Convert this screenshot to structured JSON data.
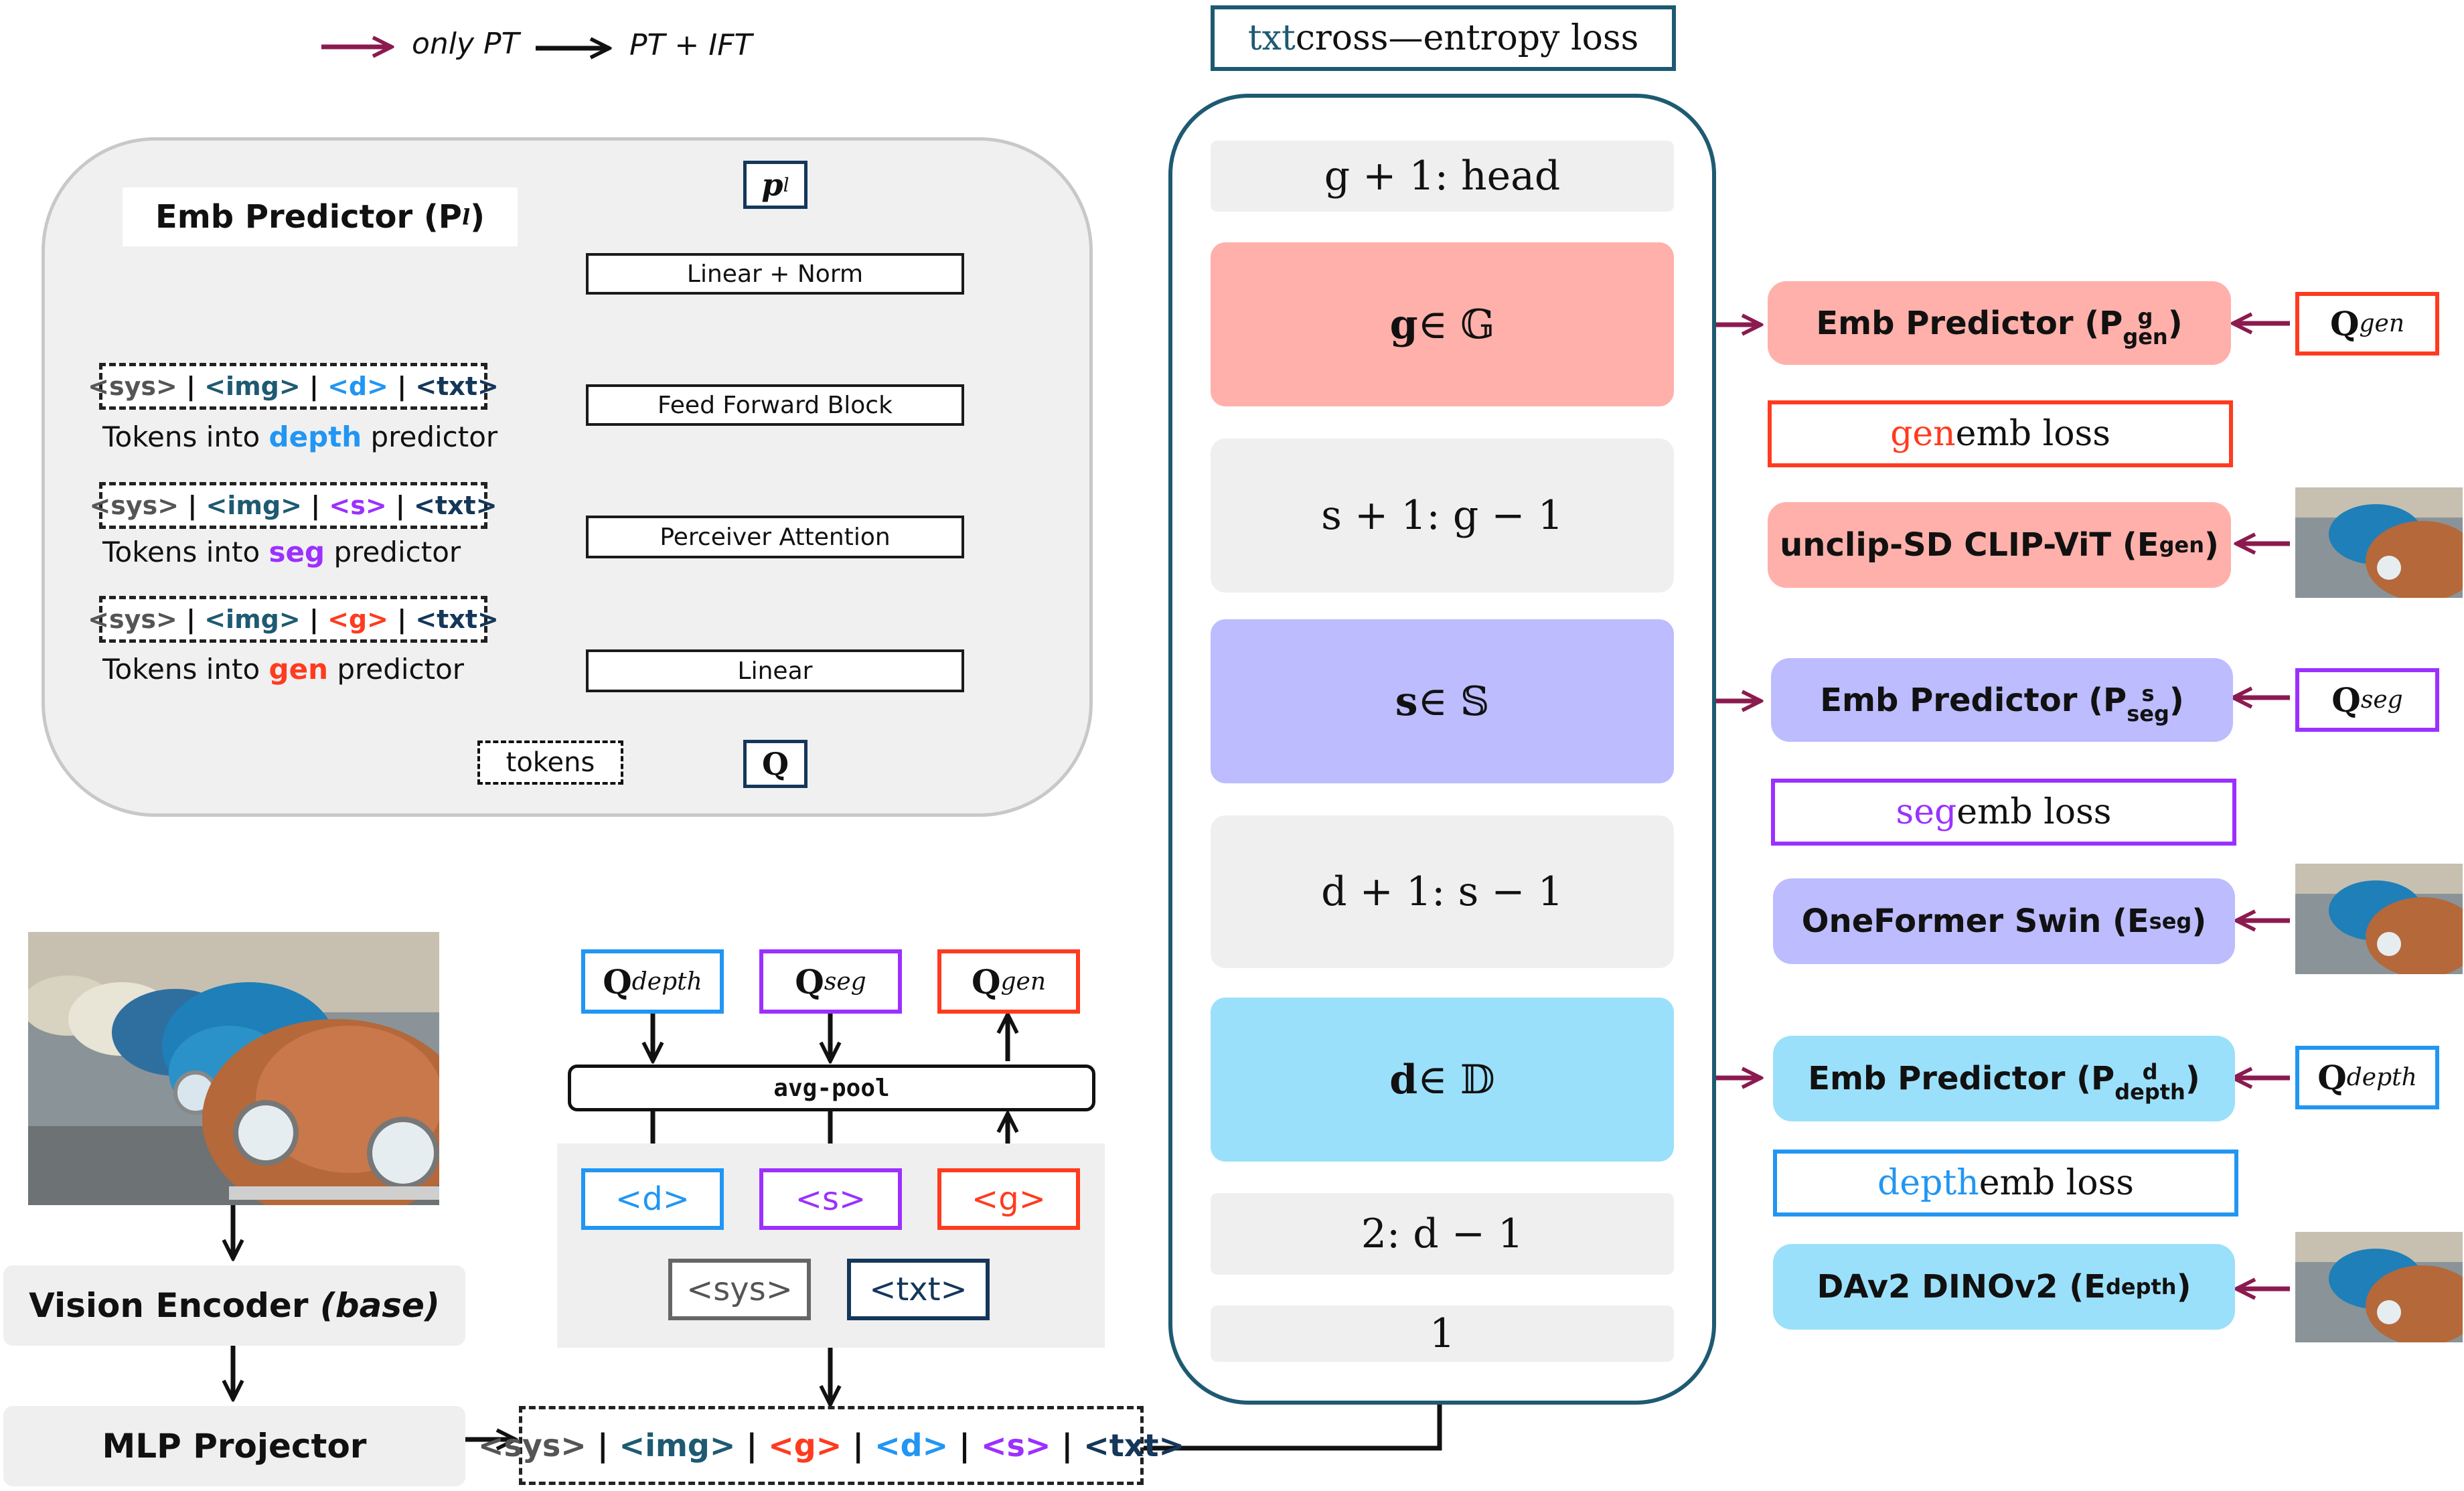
{
  "legend": {
    "pt_only": "only PT",
    "pt_ift": "PT + IFT"
  },
  "colors": {
    "maroon": "#8b1a4f",
    "depth": "#2196f3",
    "seg": "#9b30ff",
    "gen": "#ff3b1f",
    "navy": "#14375a",
    "teal": "#1e5a72"
  },
  "emb_predictor": {
    "title": "Emb Predictor (P",
    "title_sup": "l",
    "title_end": ")",
    "output": "p",
    "output_sup": "l",
    "blocks": {
      "linear_norm": "Linear + Norm",
      "ffn": "Feed Forward Block",
      "perceiver": "Perceiver Attention",
      "linear": "Linear"
    },
    "tokens_label": "tokens",
    "query_label": "Q",
    "token_rows": [
      {
        "sys": "<sys>",
        "img": "<img>",
        "task": "<d>",
        "txt": "<txt>",
        "desc_pre": "Tokens into ",
        "desc_key": "depth",
        "desc_post": " predictor"
      },
      {
        "sys": "<sys>",
        "img": "<img>",
        "task": "<s>",
        "txt": "<txt>",
        "desc_pre": "Tokens into ",
        "desc_key": "seg",
        "desc_post": " predictor"
      },
      {
        "sys": "<sys>",
        "img": "<img>",
        "task": "<g>",
        "txt": "<txt>",
        "desc_pre": "Tokens into ",
        "desc_key": "gen",
        "desc_post": " predictor"
      }
    ],
    "sep": "|"
  },
  "pipeline": {
    "vision_encoder": "Vision Encoder",
    "vision_encoder_suffix": "(base)",
    "mlp_projector": "MLP Projector",
    "queries": {
      "depth": "Q",
      "depth_sup": "depth",
      "seg": "Q",
      "seg_sup": "seg",
      "gen": "Q",
      "gen_sup": "gen"
    },
    "avg_pool": "avg-pool",
    "task_tokens": {
      "d": "<d>",
      "s": "<s>",
      "g": "<g>"
    },
    "sys_token": "<sys>",
    "txt_token": "<txt>",
    "sequence": [
      "<sys>",
      "<img>",
      "<g>",
      "<d>",
      "<s>",
      "<txt>"
    ]
  },
  "llm_column": {
    "loss_label_pre": "txt",
    "loss_label_post": " cross—entropy loss",
    "segments": [
      {
        "id": "head",
        "label": "g +  1: head"
      },
      {
        "id": "gen",
        "label_bold": "g",
        "label_rest": " ∈ 𝔾"
      },
      {
        "id": "sg",
        "label": "s + 1: g − 1"
      },
      {
        "id": "seg",
        "label_bold": "s",
        "label_rest": " ∈ 𝕊"
      },
      {
        "id": "ds",
        "label": "d + 1: s − 1"
      },
      {
        "id": "depth",
        "label_bold": "d",
        "label_rest": " ∈ 𝔻"
      },
      {
        "id": "two",
        "label": "2: d − 1"
      },
      {
        "id": "one",
        "label": "1"
      }
    ]
  },
  "right_panels": {
    "gen": {
      "predictor_pre": "Emb Predictor (P",
      "predictor_sup": "g",
      "predictor_sub": "gen",
      "predictor_end": ")",
      "query": "Q",
      "query_sup": "gen",
      "loss_key": "gen",
      "loss_rest": " emb loss",
      "encoder_pre": "unclip-SD CLIP-ViT (E",
      "encoder_sup": "gen",
      "encoder_end": ")"
    },
    "seg": {
      "predictor_pre": "Emb Predictor (P",
      "predictor_sup": "s",
      "predictor_sub": "seg",
      "predictor_end": ")",
      "query": "Q",
      "query_sup": "seg",
      "loss_key": "seg",
      "loss_rest": " emb loss",
      "encoder_pre": "OneFormer Swin (E",
      "encoder_sup": "seg",
      "encoder_end": ")"
    },
    "depth": {
      "predictor_pre": "Emb Predictor (P",
      "predictor_sup": "d",
      "predictor_sub": "depth",
      "predictor_end": ")",
      "query": "Q",
      "query_sup": "depth",
      "loss_key": "depth",
      "loss_rest": " emb loss",
      "encoder_pre": "DAv2 DINOv2 (E",
      "encoder_sup": "depth",
      "encoder_end": ")"
    }
  }
}
